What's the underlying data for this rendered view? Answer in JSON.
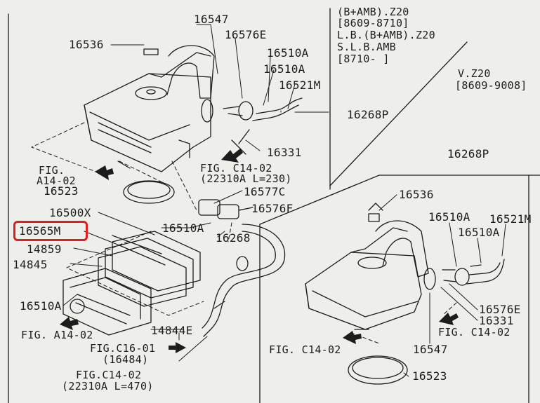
{
  "colors": {
    "paper": "#eeeeea",
    "ink": "#1c1c1c",
    "highlight": "#e01e1e"
  },
  "header": {
    "line1": "(B+AMB).Z20",
    "line2": "[8609-8710]",
    "line3": "L.B.(B+AMB).Z20",
    "line4": "S.L.B.AMB",
    "line5": "[8710-      ]"
  },
  "variant": {
    "model": "V.Z20",
    "dates": "[8609-9008]"
  },
  "upper": {
    "p16547": "16547",
    "p16576E": "16576E",
    "p16536": "16536",
    "p16510A_1": "16510A",
    "p16510A_2": "16510A",
    "p16521M": "16521M",
    "p16268P": "16268P",
    "p16331": "16331",
    "fig_a14_1": "FIG.",
    "fig_a14_2": "A14-02",
    "fig_c14": "FIG. C14-02",
    "fig_c14_sub": "(22310A L=230)",
    "p16523": "16523",
    "p16577C": "16577C",
    "p16576F": "16576F",
    "p16500X": "16500X",
    "p16510A_3": "16510A",
    "p16565M": "16565M",
    "p16268": "16268",
    "p14859": "14859",
    "p14845": "14845",
    "p16510A_4": "16510A",
    "p14844E": "14844E",
    "fig_a14_low": "FIG. A14-02",
    "fig_c16": "FIG.C16-01",
    "fig_c16_sub": "(16484)",
    "fig_c14_low": "FIG.C14-02",
    "fig_c14_low_sub": "(22310A L=470)"
  },
  "lower": {
    "p16268P": "16268P",
    "p16536": "16536",
    "p16510A_1": "16510A",
    "p16521M": "16521M",
    "p16510A_2": "16510A",
    "p16576E": "16576E",
    "p16331": "16331",
    "fig_c14_a": "FIG. C14-02",
    "fig_c14_b": "FIG. C14-02",
    "p16547": "16547",
    "p16523": "16523"
  }
}
